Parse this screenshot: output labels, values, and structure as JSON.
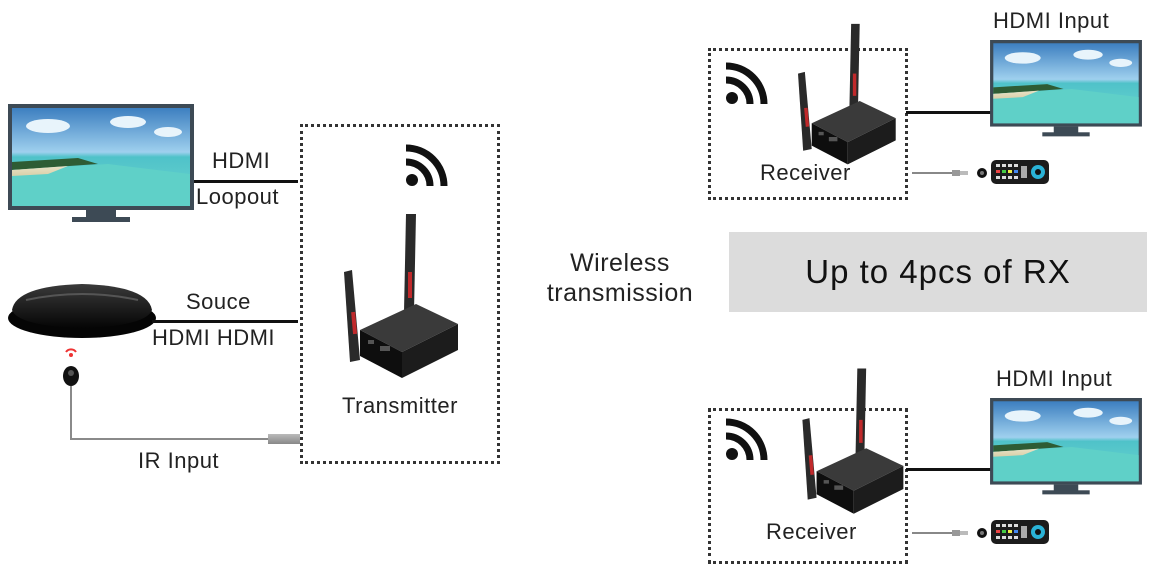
{
  "labels": {
    "hdmi": "HDMI",
    "loopout": "Loopout",
    "souce": "Souce",
    "hdmi_hdmi": "HDMI HDMI",
    "ir_input": "IR Input",
    "transmitter": "Transmitter",
    "wireless_transmission_line1": "Wireless",
    "wireless_transmission_line2": "transmission",
    "banner": "Up to 4pcs of  RX",
    "receiver_top": "Receiver",
    "receiver_bottom": "Receiver",
    "hdmi_input_top": "HDMI  Input",
    "hdmi_input_bottom": "HDMI  Input"
  },
  "icons": {
    "tv": "tv-icon",
    "media_player": "media-player-icon",
    "ir_sensor": "ir-sensor-icon",
    "wifi": "wifi-icon",
    "extender": "wireless-extender-icon",
    "remote": "remote-control-icon"
  },
  "colors": {
    "banner_bg": "#dcdcdc",
    "device_body": "#1a1a1a",
    "antenna": "#2a2a2a",
    "antenna_accent": "#c0292b",
    "tv_frame": "#3d4a55"
  }
}
